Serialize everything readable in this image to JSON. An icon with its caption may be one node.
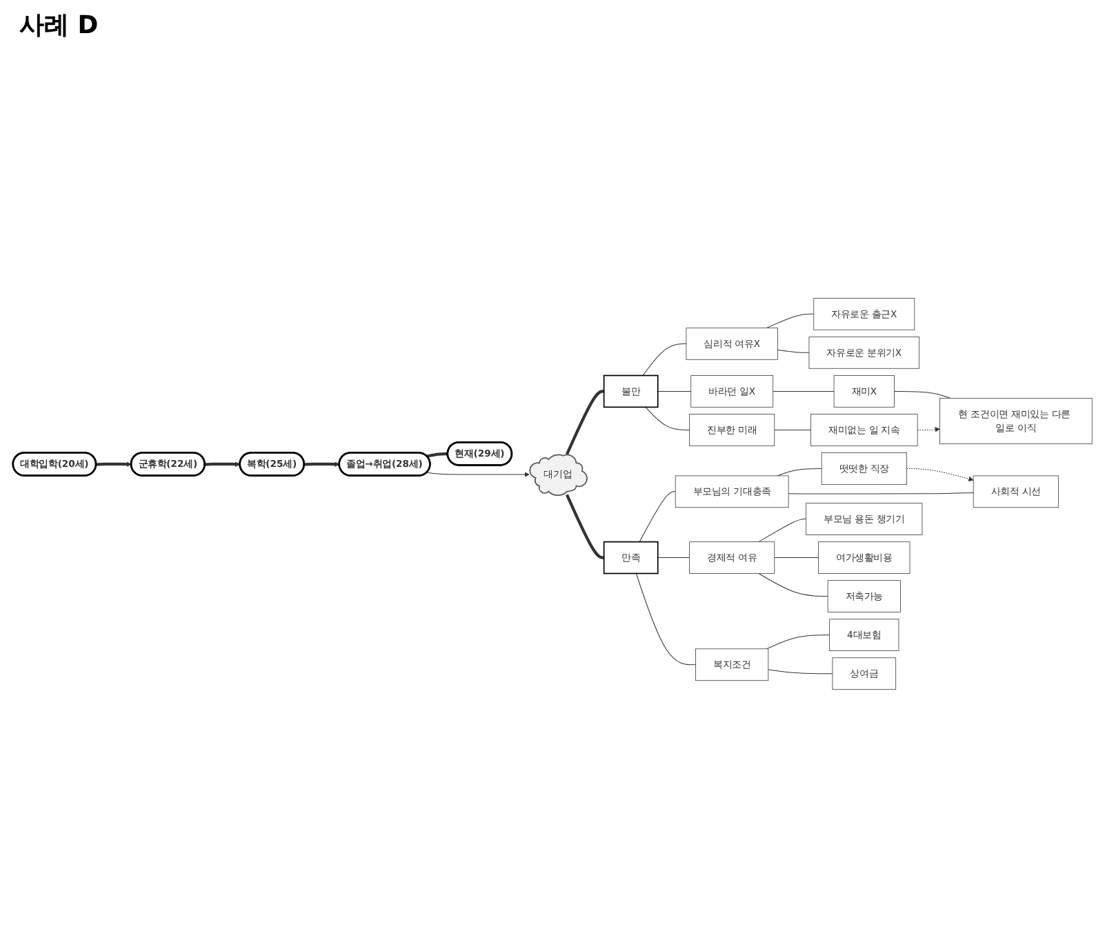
{
  "diagram": {
    "title": "사례 D",
    "nodes": [
      {
        "text": [
          "대학입학(20세)"
        ]
      },
      {
        "text": [
          "군휴학(22세)"
        ]
      },
      {
        "text": [
          "복학(25세)"
        ]
      },
      {
        "text": [
          "졸업→취업(28세)"
        ]
      },
      {
        "text": [
          "현재(29세)"
        ]
      },
      {
        "text": [
          "대기업"
        ]
      },
      {
        "text": [
          "불만"
        ]
      },
      {
        "text": [
          "심리적 여유X"
        ]
      },
      {
        "text": [
          "자유로운 출근X"
        ]
      },
      {
        "text": [
          "자유로운 분위기X"
        ]
      },
      {
        "text": [
          "바라던 일X"
        ]
      },
      {
        "text": [
          "재미X"
        ]
      },
      {
        "text": [
          "현 조건이면 재미있는 다른 일로 이직"
        ]
      },
      {
        "text": [
          "진부한 미래"
        ]
      },
      {
        "text": [
          "재미없는 일 지속"
        ]
      },
      {
        "text": [
          "만족"
        ]
      },
      {
        "text": [
          "부모님의 기대충족"
        ]
      },
      {
        "text": [
          "떳떳한 직장"
        ]
      },
      {
        "text": [
          "사회적 시선"
        ]
      },
      {
        "text": [
          "경제적 여유"
        ]
      },
      {
        "text": [
          "부모님 용돈 챙기기"
        ]
      },
      {
        "text": [
          "여가생활비용"
        ]
      },
      {
        "text": [
          "저축가능"
        ]
      },
      {
        "text": [
          "복지조건"
        ]
      },
      {
        "text": [
          "4대보험"
        ]
      },
      {
        "text": [
          "상여금"
        ]
      }
    ],
    "edges": [
      {
        "from": 0,
        "to": 1,
        "arrow": "to",
        "style": "thick"
      },
      {
        "from": 1,
        "to": 2,
        "arrow": "to",
        "style": "thick"
      },
      {
        "from": 2,
        "to": 3,
        "arrow": "to",
        "style": "thick"
      },
      {
        "from": 3,
        "to": 4,
        "arrow": "none",
        "style": "thick"
      },
      {
        "from": 3,
        "to": 5,
        "arrow": "to"
      },
      {
        "from": 5,
        "to": 6,
        "arrow": "none",
        "style": "thick"
      },
      {
        "from": 6,
        "to": 7,
        "arrow": "none"
      },
      {
        "from": 6,
        "to": 10,
        "arrow": "none"
      },
      {
        "from": 6,
        "to": 13,
        "arrow": "none"
      },
      {
        "from": 7,
        "to": 8,
        "arrow": "none"
      },
      {
        "from": 7,
        "to": 9,
        "arrow": "none"
      },
      {
        "from": 10,
        "to": 11,
        "arrow": "none"
      },
      {
        "from": 11,
        "to": 12,
        "arrow": "none"
      },
      {
        "from": 13,
        "to": 14,
        "arrow": "none"
      },
      {
        "from": 14,
        "to": 12,
        "arrow": "to",
        "style": "dashed"
      },
      {
        "from": 5,
        "to": 15,
        "arrow": "none",
        "style": "thick"
      },
      {
        "from": 15,
        "to": 16,
        "arrow": "none"
      },
      {
        "from": 15,
        "to": 19,
        "arrow": "none"
      },
      {
        "from": 15,
        "to": 23,
        "arrow": "none"
      },
      {
        "from": 16,
        "to": 17,
        "arrow": "none"
      },
      {
        "from": 16,
        "to": 18,
        "arrow": "none"
      },
      {
        "from": 17,
        "to": 18,
        "arrow": "to",
        "style": "dashed"
      },
      {
        "from": 19,
        "to": 20,
        "arrow": "none"
      },
      {
        "from": 19,
        "to": 21,
        "arrow": "none"
      },
      {
        "from": 19,
        "to": 22,
        "arrow": "none"
      },
      {
        "from": 23,
        "to": 24,
        "arrow": "none"
      },
      {
        "from": 23,
        "to": 25,
        "arrow": "none"
      }
    ]
  }
}
